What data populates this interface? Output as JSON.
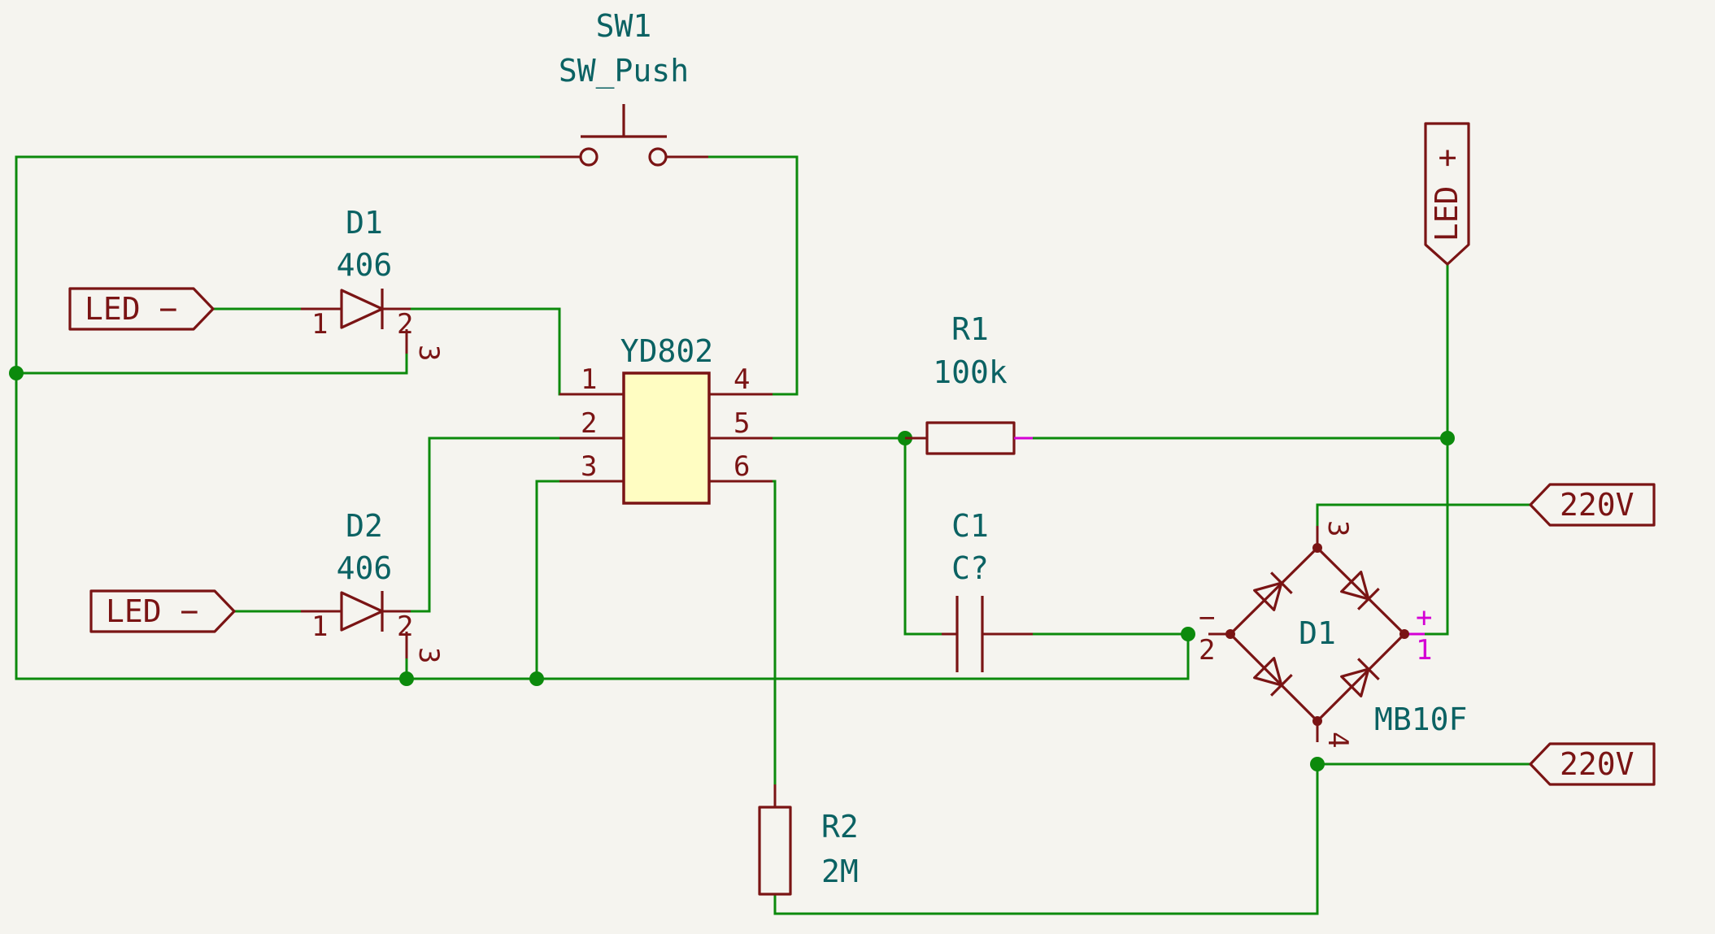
{
  "switch": {
    "ref": "SW1",
    "value": "SW_Push"
  },
  "diode1": {
    "ref": "D1",
    "value": "406",
    "pin1": "1",
    "pin2": "2",
    "pin3": "3"
  },
  "diode2": {
    "ref": "D2",
    "value": "406",
    "pin1": "1",
    "pin2": "2",
    "pin3": "3"
  },
  "ic": {
    "ref": "YD802",
    "pins": [
      "1",
      "2",
      "3",
      "4",
      "5",
      "6"
    ]
  },
  "r1": {
    "ref": "R1",
    "value": "100k"
  },
  "r2": {
    "ref": "R2",
    "value": "2M"
  },
  "c1": {
    "ref": "C1",
    "value": "C?"
  },
  "bridge": {
    "ref": "D1",
    "value": "MB10F",
    "pin_plus": "+",
    "pin_plus_num": "1",
    "pin_minus": "−",
    "pin_minus_num": "2",
    "pin_ac1": "3",
    "pin_ac2": "4"
  },
  "labels": {
    "led_minus_1": "LED −",
    "led_minus_2": "LED −",
    "led_plus": "LED +",
    "ac_top": "220V",
    "ac_bottom": "220V"
  },
  "colors": {
    "wire": "#0c8a0c",
    "symbol": "#7a1414",
    "text": "#0b6263",
    "background": "#f5f4ef"
  }
}
